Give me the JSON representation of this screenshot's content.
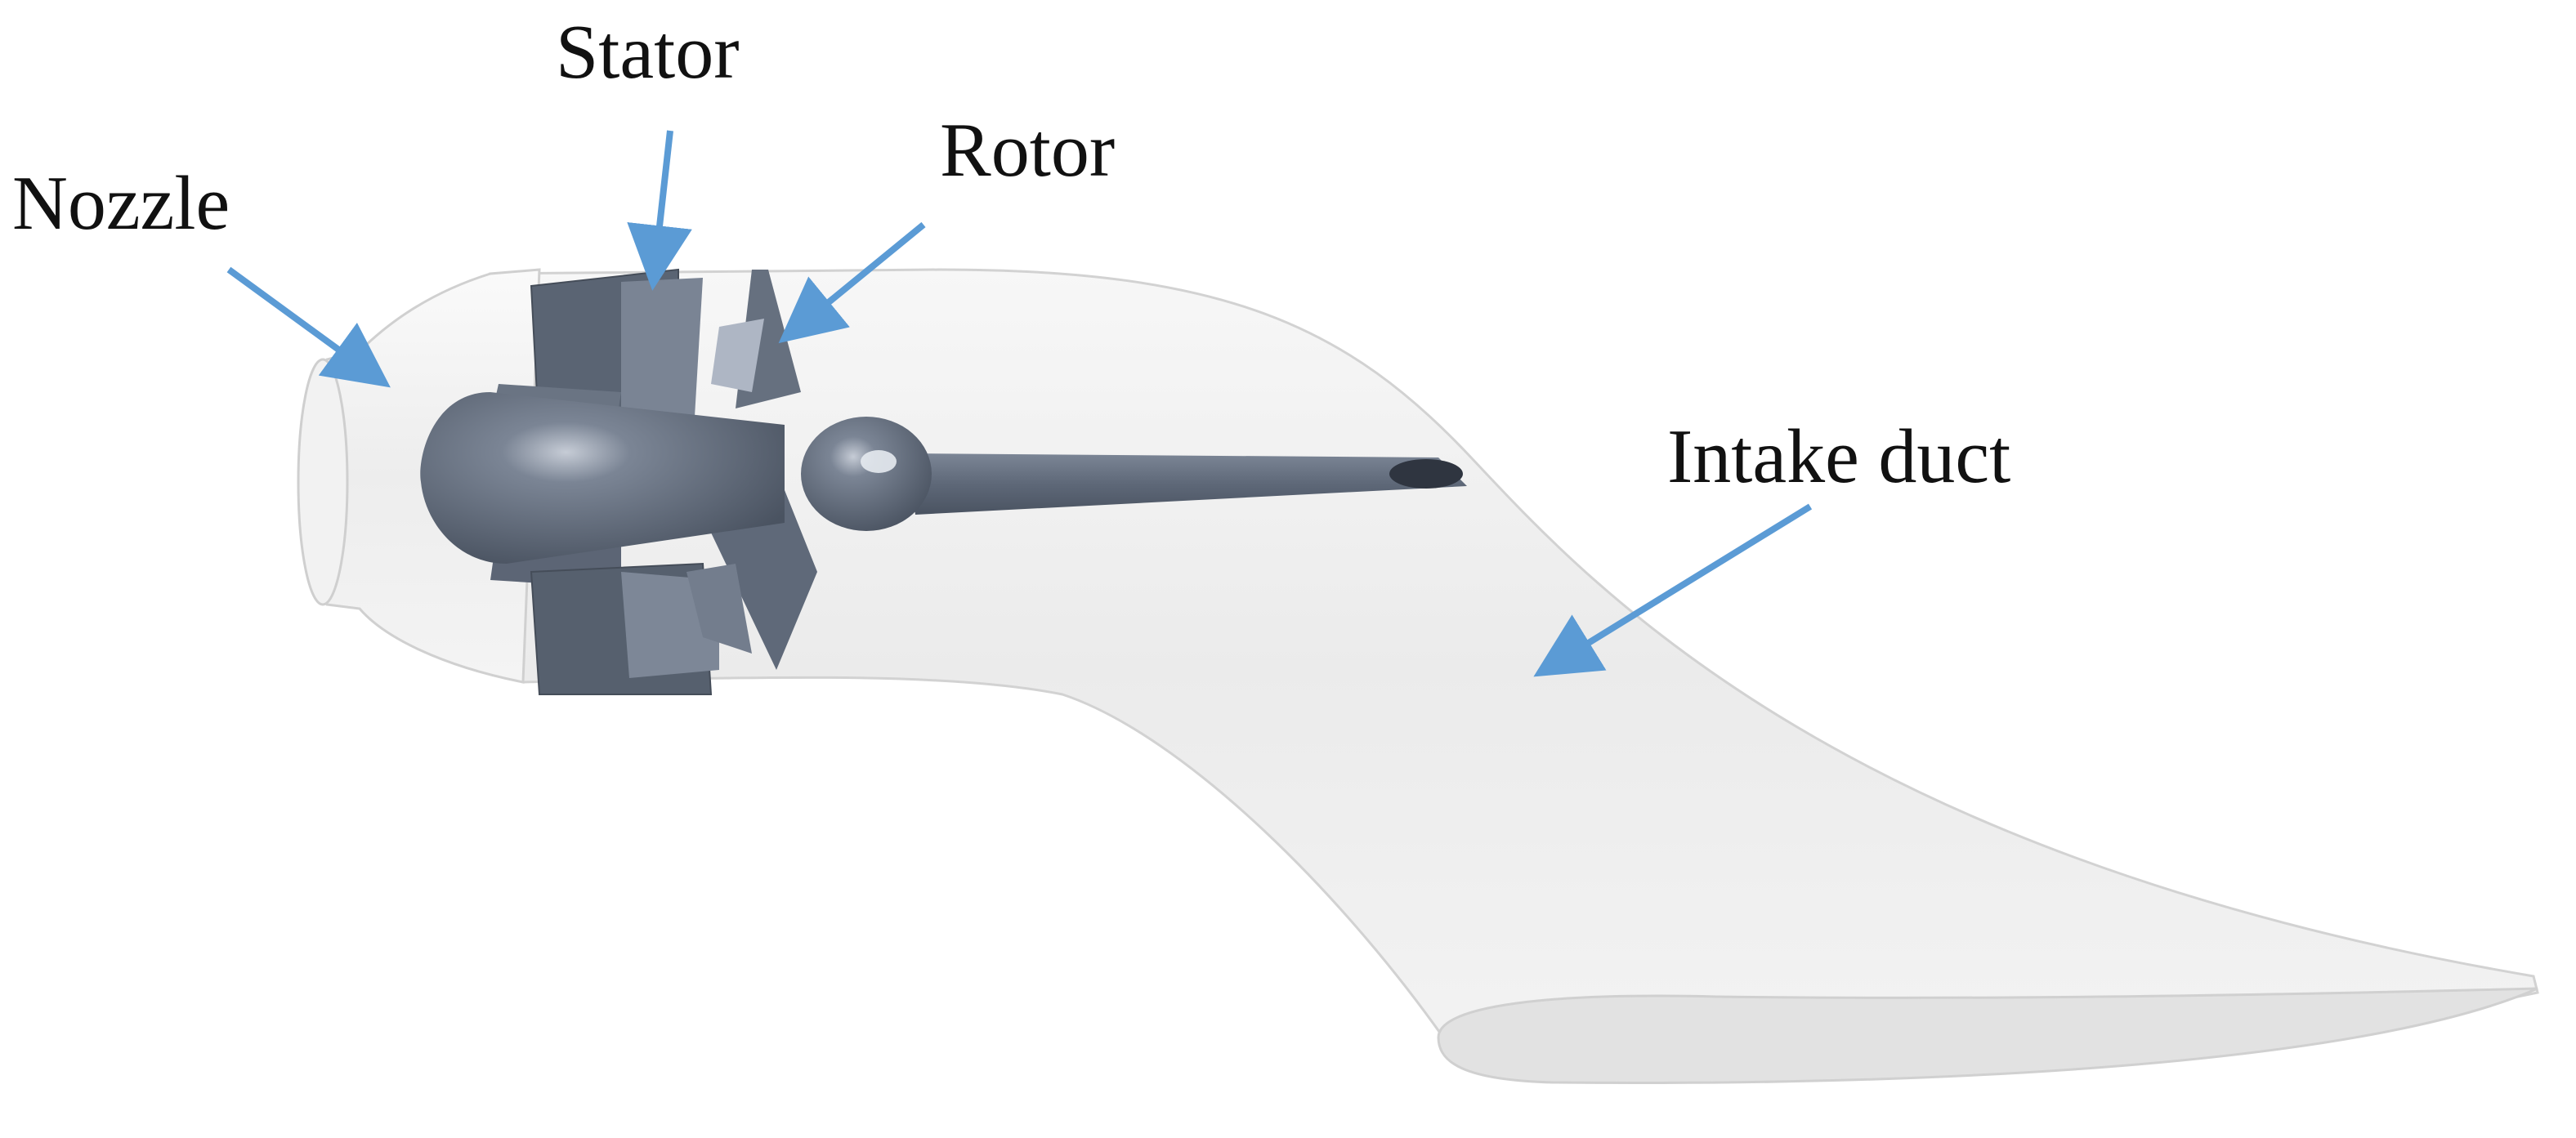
{
  "labels": {
    "nozzle": "Nozzle",
    "stator": "Stator",
    "rotor": "Rotor",
    "intake_duct": "Intake duct"
  },
  "colors": {
    "arrow": "#5b9bd5",
    "duct_fill": "#ececec",
    "duct_edge": "#c8c8c8",
    "metal_dark": "#4f5866",
    "metal_mid": "#6b7585",
    "metal_light": "#9aa3b2",
    "text": "#111111"
  },
  "icons": {
    "arrow_head": "arrowhead"
  }
}
